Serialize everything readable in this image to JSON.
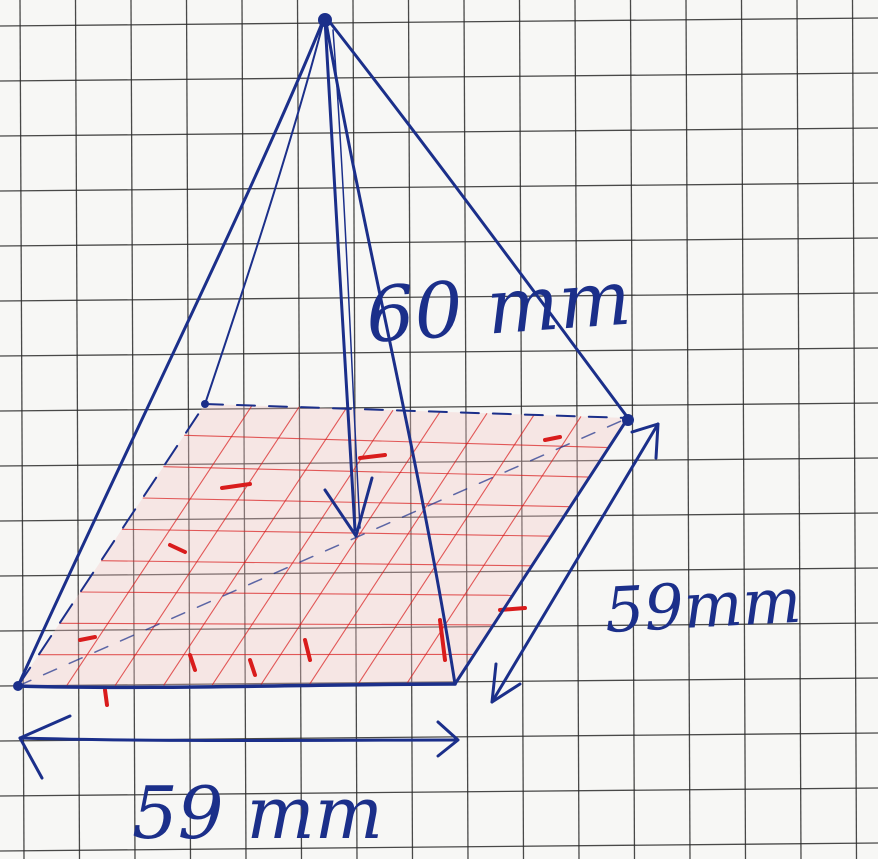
{
  "labels": {
    "height": "60 mm",
    "base_width": "59 mm",
    "base_depth": "59mm"
  },
  "colors": {
    "paper": "#f7f7f5",
    "grid": "#2b2b2b",
    "ink_blue": "#1b2f8a",
    "ink_red": "#d91c1c"
  }
}
